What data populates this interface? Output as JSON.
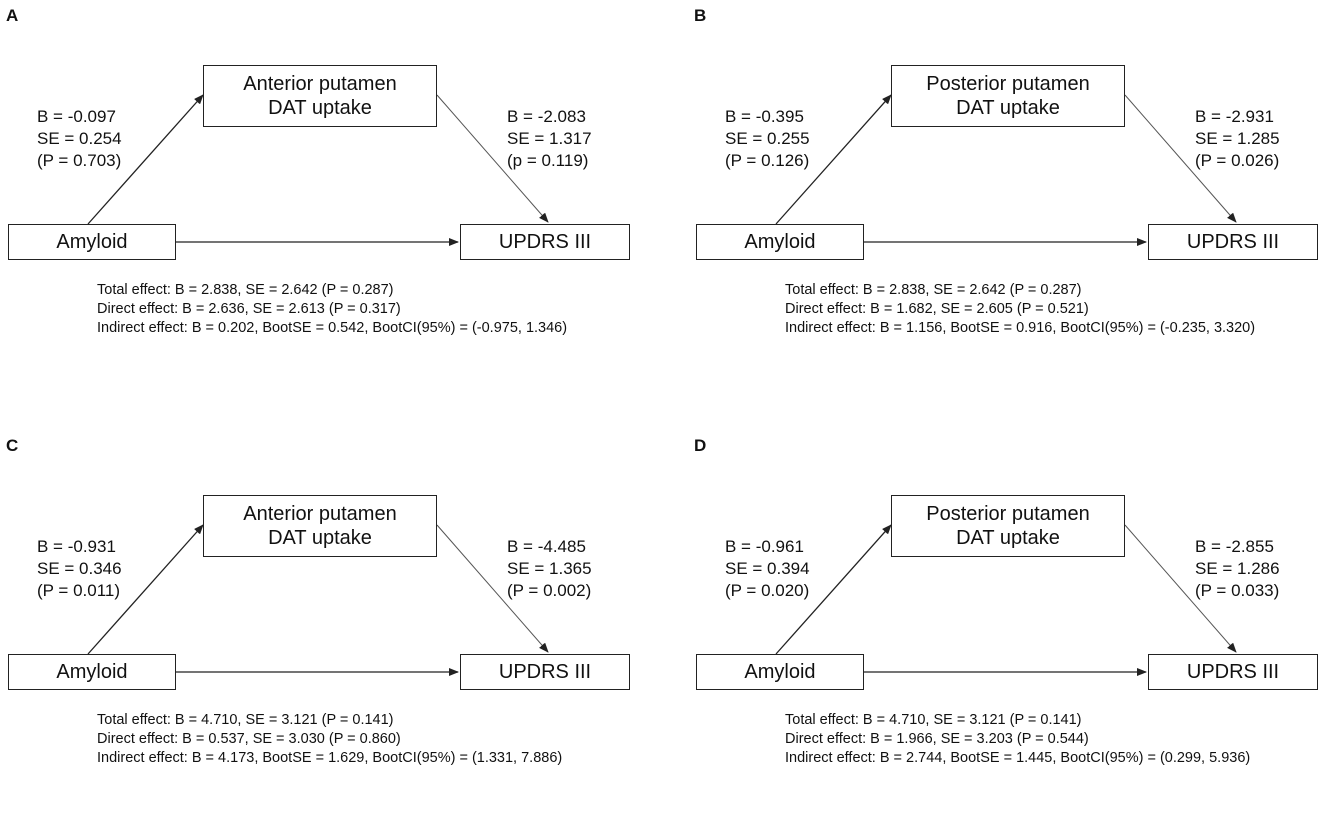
{
  "panels": [
    {
      "label": "A",
      "mediator": [
        "Anterior putamen",
        "DAT uptake"
      ],
      "predictor": "Amyloid",
      "outcome": "UPDRS III",
      "path_a": [
        "B = -0.097",
        "SE = 0.254",
        "(P = 0.703)"
      ],
      "path_b": [
        "B = -2.083",
        "SE = 1.317",
        "(p = 0.119)"
      ],
      "effects": {
        "total": "Total effect: B = 2.838, SE = 2.642 (P = 0.287)",
        "direct": "Direct effect: B = 2.636, SE = 2.613 (P = 0.317)",
        "indirect": "Indirect effect: B = 0.202, BootSE = 0.542, BootCI(95%) = (-0.975, 1.346)"
      }
    },
    {
      "label": "B",
      "mediator": [
        "Posterior putamen",
        "DAT uptake"
      ],
      "predictor": "Amyloid",
      "outcome": "UPDRS III",
      "path_a": [
        "B = -0.395",
        "SE = 0.255",
        "(P = 0.126)"
      ],
      "path_b": [
        "B = -2.931",
        "SE = 1.285",
        "(P = 0.026)"
      ],
      "effects": {
        "total": "Total effect: B = 2.838, SE = 2.642 (P = 0.287)",
        "direct": "Direct effect: B = 1.682, SE = 2.605 (P = 0.521)",
        "indirect": "Indirect effect: B = 1.156, BootSE = 0.916, BootCI(95%) = (-0.235, 3.320)"
      }
    },
    {
      "label": "C",
      "mediator": [
        "Anterior putamen",
        "DAT uptake"
      ],
      "predictor": "Amyloid",
      "outcome": "UPDRS III",
      "path_a": [
        "B = -0.931",
        "SE = 0.346",
        "(P = 0.011)"
      ],
      "path_b": [
        "B = -4.485",
        "SE = 1.365",
        "(P = 0.002)"
      ],
      "effects": {
        "total": "Total effect: B = 4.710, SE = 3.121 (P = 0.141)",
        "direct": "Direct effect: B = 0.537, SE = 3.030 (P = 0.860)",
        "indirect": "Indirect effect: B = 4.173, BootSE = 1.629, BootCI(95%) = (1.331, 7.886)"
      }
    },
    {
      "label": "D",
      "mediator": [
        "Posterior putamen",
        "DAT uptake"
      ],
      "predictor": "Amyloid",
      "outcome": "UPDRS III",
      "path_a": [
        "B = -0.961",
        "SE = 0.394",
        "(P = 0.020)"
      ],
      "path_b": [
        "B = -2.855",
        "SE = 1.286",
        "(P = 0.033)"
      ],
      "effects": {
        "total": "Total effect: B = 4.710, SE = 3.121 (P = 0.141)",
        "direct": "Direct effect: B = 1.966, SE = 3.203 (P = 0.544)",
        "indirect": "Indirect effect: B = 2.744, BootSE = 1.445, BootCI(95%) = (0.299, 5.936)"
      }
    }
  ]
}
